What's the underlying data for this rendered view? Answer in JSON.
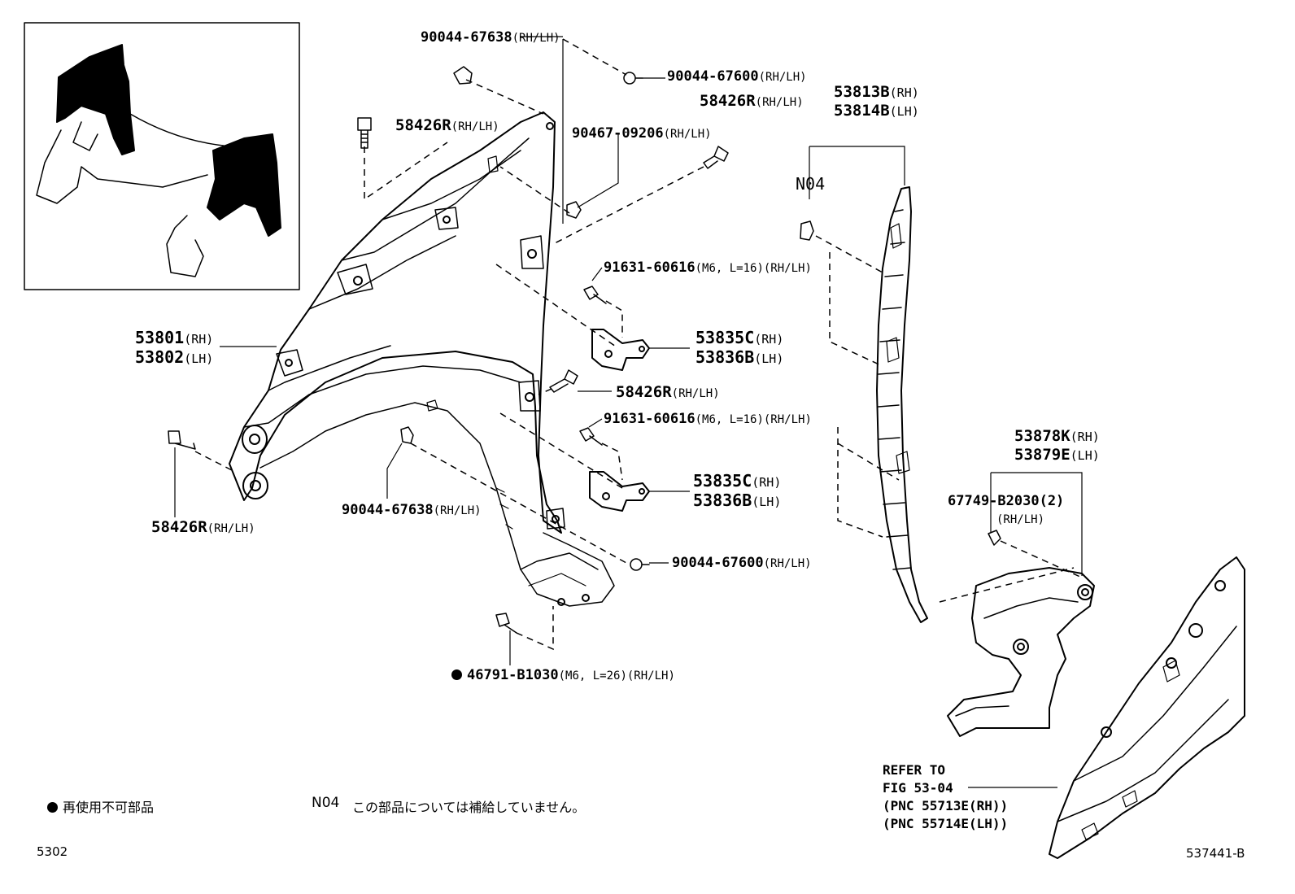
{
  "labels": {
    "p90044_67638_top": {
      "code": "90044-67638",
      "suffix": "(RH/LH)"
    },
    "p90044_67600_top": {
      "code": "90044-67600",
      "suffix": "(RH/LH)"
    },
    "p58426R_top_left": {
      "code": "58426R",
      "suffix": "(RH/LH)"
    },
    "p58426R_top_right": {
      "code": "58426R",
      "suffix": "(RH/LH)"
    },
    "p90467_09206": {
      "code": "90467-09206",
      "suffix": "(RH/LH)"
    },
    "p91631_60616_a": {
      "code": "91631-60616",
      "suffix": "(M6, L=16)(RH/LH)"
    },
    "p91631_60616_b": {
      "code": "91631-60616",
      "suffix": "(M6, L=16)(RH/LH)"
    },
    "p58426R_mid": {
      "code": "58426R",
      "suffix": "(RH/LH)"
    },
    "p58426R_left": {
      "code": "58426R",
      "suffix": "(RH/LH)"
    },
    "p90044_67638_bottom": {
      "code": "90044-67638",
      "suffix": "(RH/LH)"
    },
    "p90044_67600_bottom": {
      "code": "90044-67600",
      "suffix": "(RH/LH)"
    },
    "p46791_B1030": {
      "code": "46791-B1030",
      "suffix": "(M6, L=26)(RH/LH)"
    },
    "p67749_B2030": {
      "code": "67749-B2030(2)",
      "suffix": "(RH/LH)"
    },
    "n04": "N04",
    "fender": [
      {
        "code": "53801",
        "suffix": "(RH)"
      },
      {
        "code": "53802",
        "suffix": "(LH)"
      }
    ],
    "seal": [
      {
        "code": "53813B",
        "suffix": "(RH)"
      },
      {
        "code": "53814B",
        "suffix": "(LH)"
      }
    ],
    "bracket_a": [
      {
        "code": "53835C",
        "suffix": "(RH)"
      },
      {
        "code": "53836B",
        "suffix": "(LH)"
      }
    ],
    "bracket_b": [
      {
        "code": "53835C",
        "suffix": "(RH)"
      },
      {
        "code": "53836B",
        "suffix": "(LH)"
      }
    ],
    "liner": [
      {
        "code": "53878K",
        "suffix": "(RH)"
      },
      {
        "code": "53879E",
        "suffix": "(LH)"
      }
    ],
    "refer": [
      "REFER TO",
      "FIG 53-04",
      "(PNC 55713E(RH))",
      "(PNC 55714E(LH))"
    ]
  },
  "legend": {
    "non_reusable": "再使用不可部品",
    "n04_code": "N04",
    "n04_note": "この部品については補給していません。"
  },
  "footer": {
    "page_code": "5302",
    "diagram_id": "537441-B"
  },
  "colors": {
    "ink": "#000000",
    "paper": "#ffffff"
  }
}
